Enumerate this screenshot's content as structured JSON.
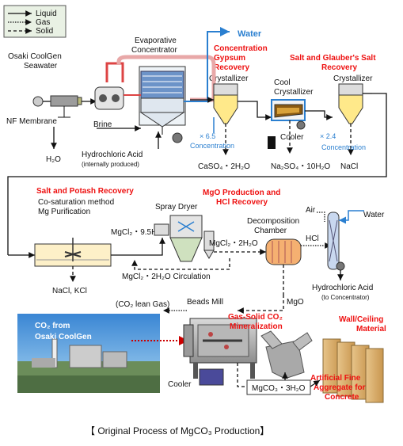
{
  "legend": {
    "liquid": "Liquid",
    "gas": "Gas",
    "solid": "Solid"
  },
  "labels": {
    "evaporative": "Evaporative",
    "concentrator": "Concentrator",
    "water_top": "Water",
    "osaki_seawater_1": "Osaki CoolGen",
    "osaki_seawater_2": "Seawater",
    "nf_membrane": "NF Membrane",
    "h2o": "H₂O",
    "brine": "Brine",
    "hcl_1": "Hydrochloric Acid",
    "hcl_2": "(internally produced)",
    "crystallizer_1": "Crystallizer",
    "cool_cryst_1": "Cool",
    "cool_cryst_2": "Crystallizer",
    "crystallizer_2": "Crystallizer",
    "cooler_top": "Cooler",
    "x65": "× 6.5",
    "x24": "× 2.4",
    "concentration_1": "Concentration",
    "concentration_2": "Concentration",
    "caso4": "CaSO₄・2H₂O",
    "na2so4": "Na₂SO₄・10H₂O",
    "nacl_top": "NaCl",
    "cosat": "Co-saturation method",
    "mgpur": "Mg Purification",
    "spray_dryer": "Spray Dryer",
    "mgcl2_95": "MgCl₂・9.5H₂O",
    "mgcl2_2": "MgCl₂・2H₂O",
    "decomp_1": "Decomposition",
    "decomp_2": "Chamber",
    "air": "Air",
    "water_right": "Water",
    "hcl_label": "HCl",
    "circulation": "MgCl₂・2H₂O Circulation",
    "nacl_kcl": "NaCl,  KCl",
    "hcl_out_1": "Hydrochloric Acid",
    "hcl_out_2": "(to Concentrator)",
    "co2_lean": "(CO₂ lean Gas)",
    "beads_mill": "Beads Mill",
    "mgo": "MgO",
    "co2_from_1": "CO₂ from",
    "co2_from_2": "Osaki CoolGen",
    "cooler_bottom": "Cooler",
    "mgco3": "MgCO₃・3H₂O"
  },
  "red_labels": {
    "gypsum_1": "Concentration",
    "gypsum_2": "Gypsum",
    "gypsum_3": "Recovery",
    "glauber_1": "Salt and Glauber's Salt",
    "glauber_2": "Recovery",
    "potash": "Salt and Potash Recovery",
    "mgo_prod_1": "MgO Production and",
    "mgo_prod_2": "HCl Recovery",
    "gas_solid_1": "Gas-Solid CO₂",
    "gas_solid_2": "Mineralization",
    "wall_1": "Wall/Ceiling",
    "wall_2": "Material",
    "aggregate_1": "Artificial Fine",
    "aggregate_2": "Aggregate for",
    "aggregate_3": "Concrete"
  },
  "caption": "【 Original Process of MgCO₃ Production】",
  "colors": {
    "red": "#e11111",
    "blue": "#2a7fd0",
    "photo_blue": "#3f8fd8"
  }
}
